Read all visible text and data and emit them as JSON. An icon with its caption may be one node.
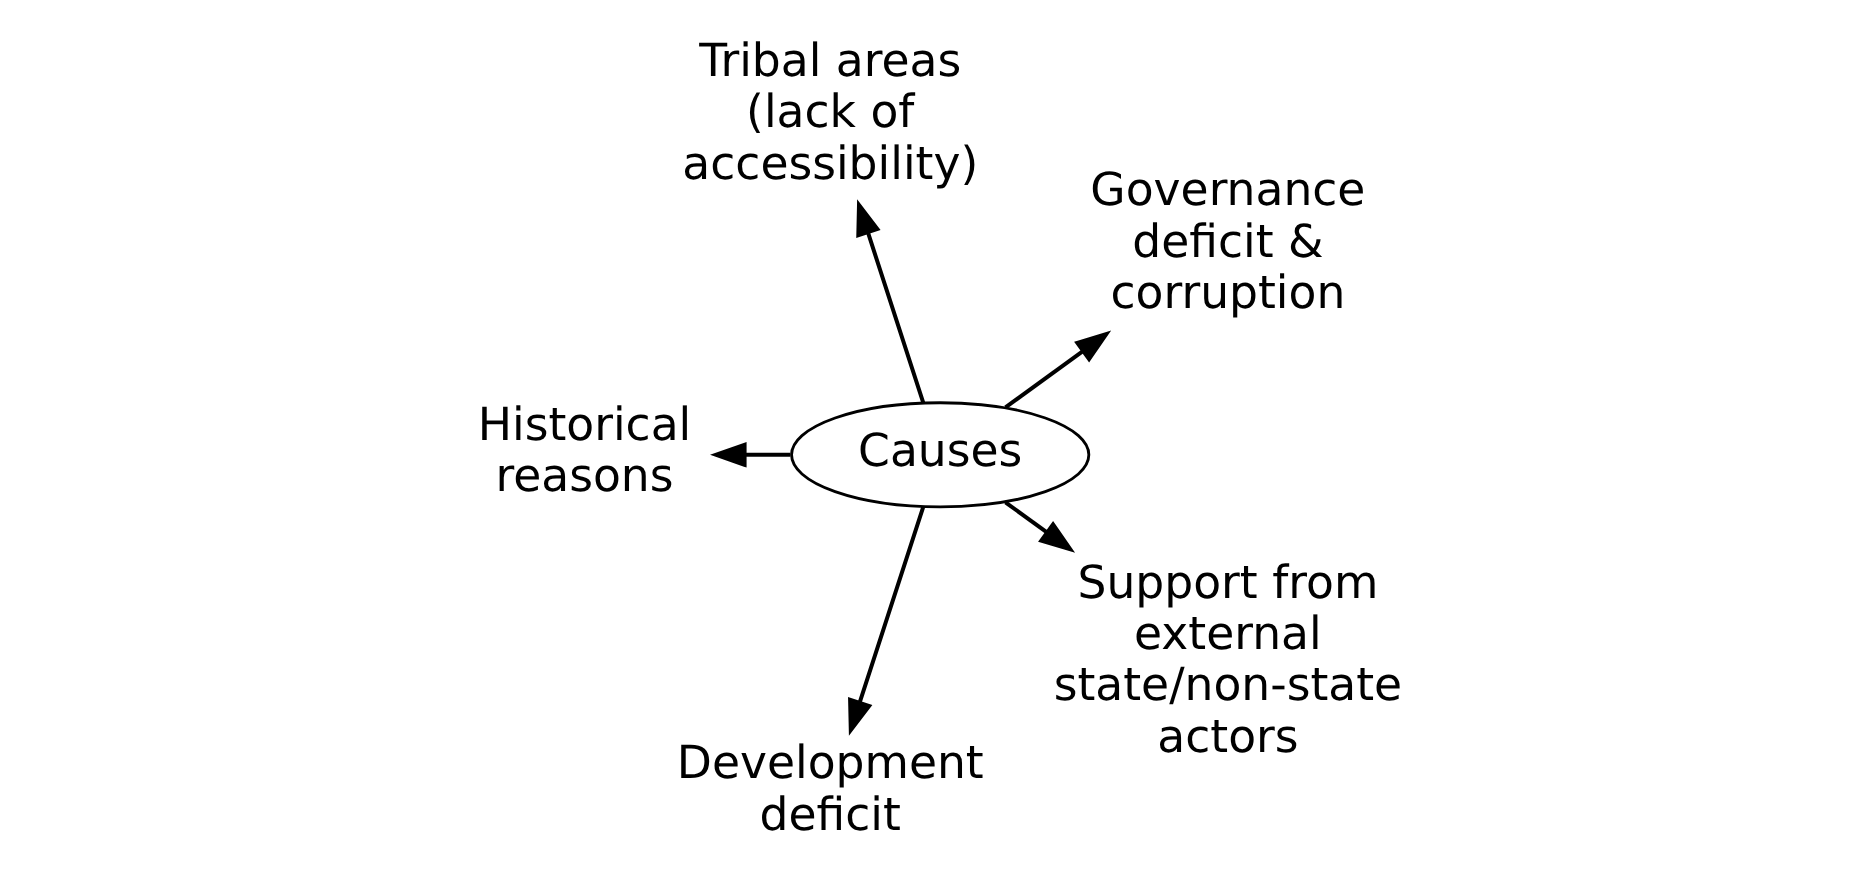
{
  "diagram": {
    "nodes": [
      {
        "text": [
          "Causes"
        ]
      },
      {
        "text": [
          "Governance deficit & corruption"
        ]
      },
      {
        "text": [
          "Tribal areas (lack of accessibility)"
        ]
      },
      {
        "text": [
          "Historical reasons"
        ]
      },
      {
        "text": [
          "Development deficit"
        ]
      },
      {
        "text": [
          "Support from external state/non-state actors"
        ]
      }
    ],
    "edges": [
      {
        "from": 0,
        "to": 1,
        "arrow": "to"
      },
      {
        "from": 0,
        "to": 2,
        "arrow": "to"
      },
      {
        "from": 0,
        "to": 3,
        "arrow": "to"
      },
      {
        "from": 0,
        "to": 4,
        "arrow": "to"
      },
      {
        "from": 0,
        "to": 5,
        "arrow": "to"
      }
    ]
  }
}
